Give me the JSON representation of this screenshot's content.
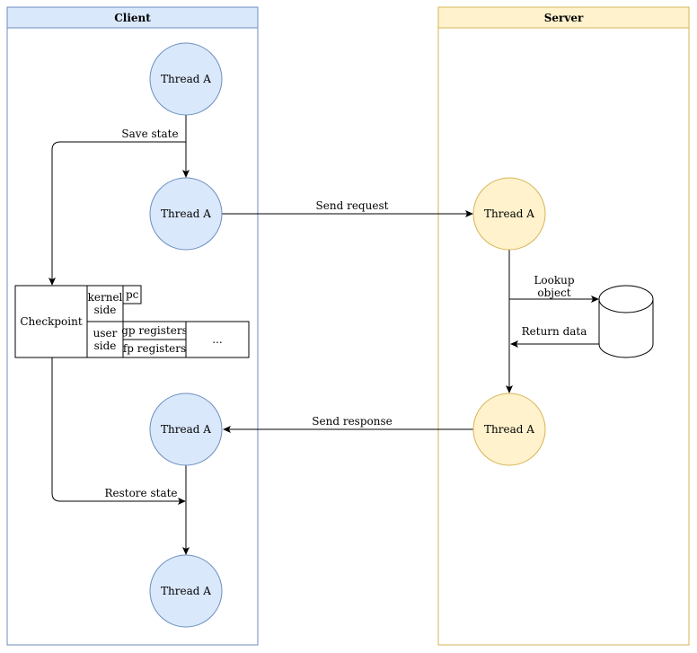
{
  "colors": {
    "client_fill": "#dae8fc",
    "client_stroke": "#6c8ebf",
    "server_fill": "#fff2cc",
    "server_stroke": "#d6b656",
    "line": "#000000"
  },
  "lanes": {
    "client": {
      "title": "Client"
    },
    "server": {
      "title": "Server"
    }
  },
  "nodes": {
    "client_thread_1": "Thread A",
    "client_thread_2": "Thread A",
    "client_thread_3": "Thread A",
    "client_thread_4": "Thread A",
    "server_thread_1": "Thread A",
    "server_thread_2": "Thread A"
  },
  "checkpoint": {
    "title": "Checkpoint",
    "kernel_side_line1": "kernel",
    "kernel_side_line2": "side",
    "pc": "pc",
    "user_side_line1": "user",
    "user_side_line2": "side",
    "gp_registers": "gp registers",
    "fp_registers": "fp registers",
    "ellipsis": "..."
  },
  "edges": {
    "save_state": "Save state",
    "send_request": "Send request",
    "lookup_object_line1": "Lookup",
    "lookup_object_line2": "object",
    "return_data": "Return data",
    "send_response": "Send response",
    "restore_state": "Restore state"
  }
}
